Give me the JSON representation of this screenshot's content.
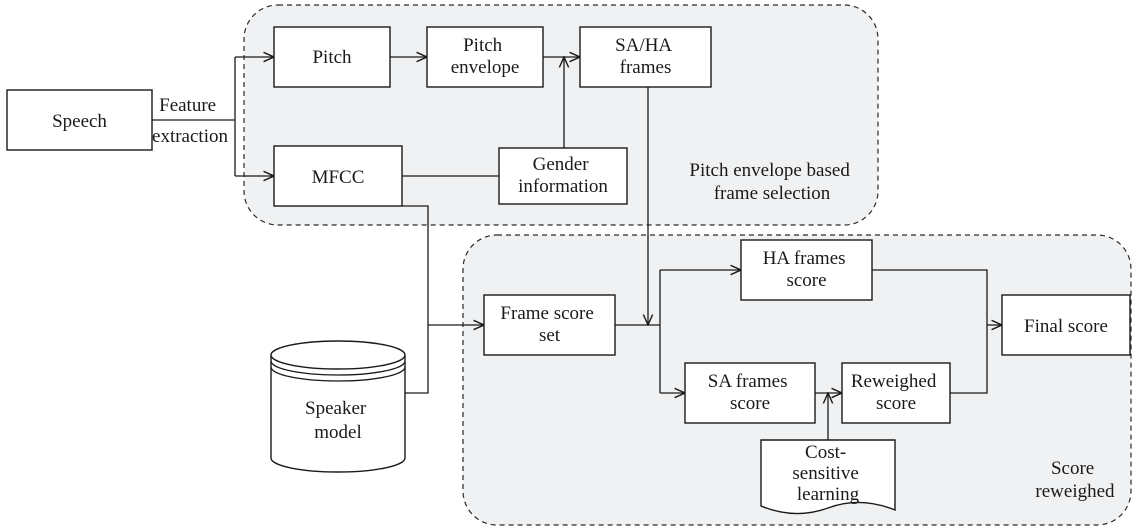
{
  "nodes": {
    "speech": [
      "Speech"
    ],
    "pitch": [
      "Pitch"
    ],
    "pitch_envelope": [
      "Pitch",
      "envelope"
    ],
    "sa_ha_frames": [
      "SA/HA",
      "frames"
    ],
    "mfcc": [
      "MFCC"
    ],
    "gender_information": [
      "Gender",
      "information"
    ],
    "speaker_model": [
      "Speaker",
      "model"
    ],
    "frame_score_set": [
      "Frame score",
      "set"
    ],
    "ha_frames_score": [
      "HA frames",
      "score"
    ],
    "sa_frames_score": [
      "SA frames",
      "score"
    ],
    "reweighed_score": [
      "Reweighed",
      "score"
    ],
    "final_score": [
      "Final score"
    ],
    "cost_sensitive_learning": [
      "Cost-",
      "sensitive",
      "learning"
    ]
  },
  "edge_labels": {
    "feature_extraction": [
      "Feature",
      "extraction"
    ]
  },
  "groups": {
    "frame_selection": [
      "Pitch envelope based",
      "frame selection"
    ],
    "score_reweighed": [
      "Score",
      "reweighed"
    ]
  }
}
